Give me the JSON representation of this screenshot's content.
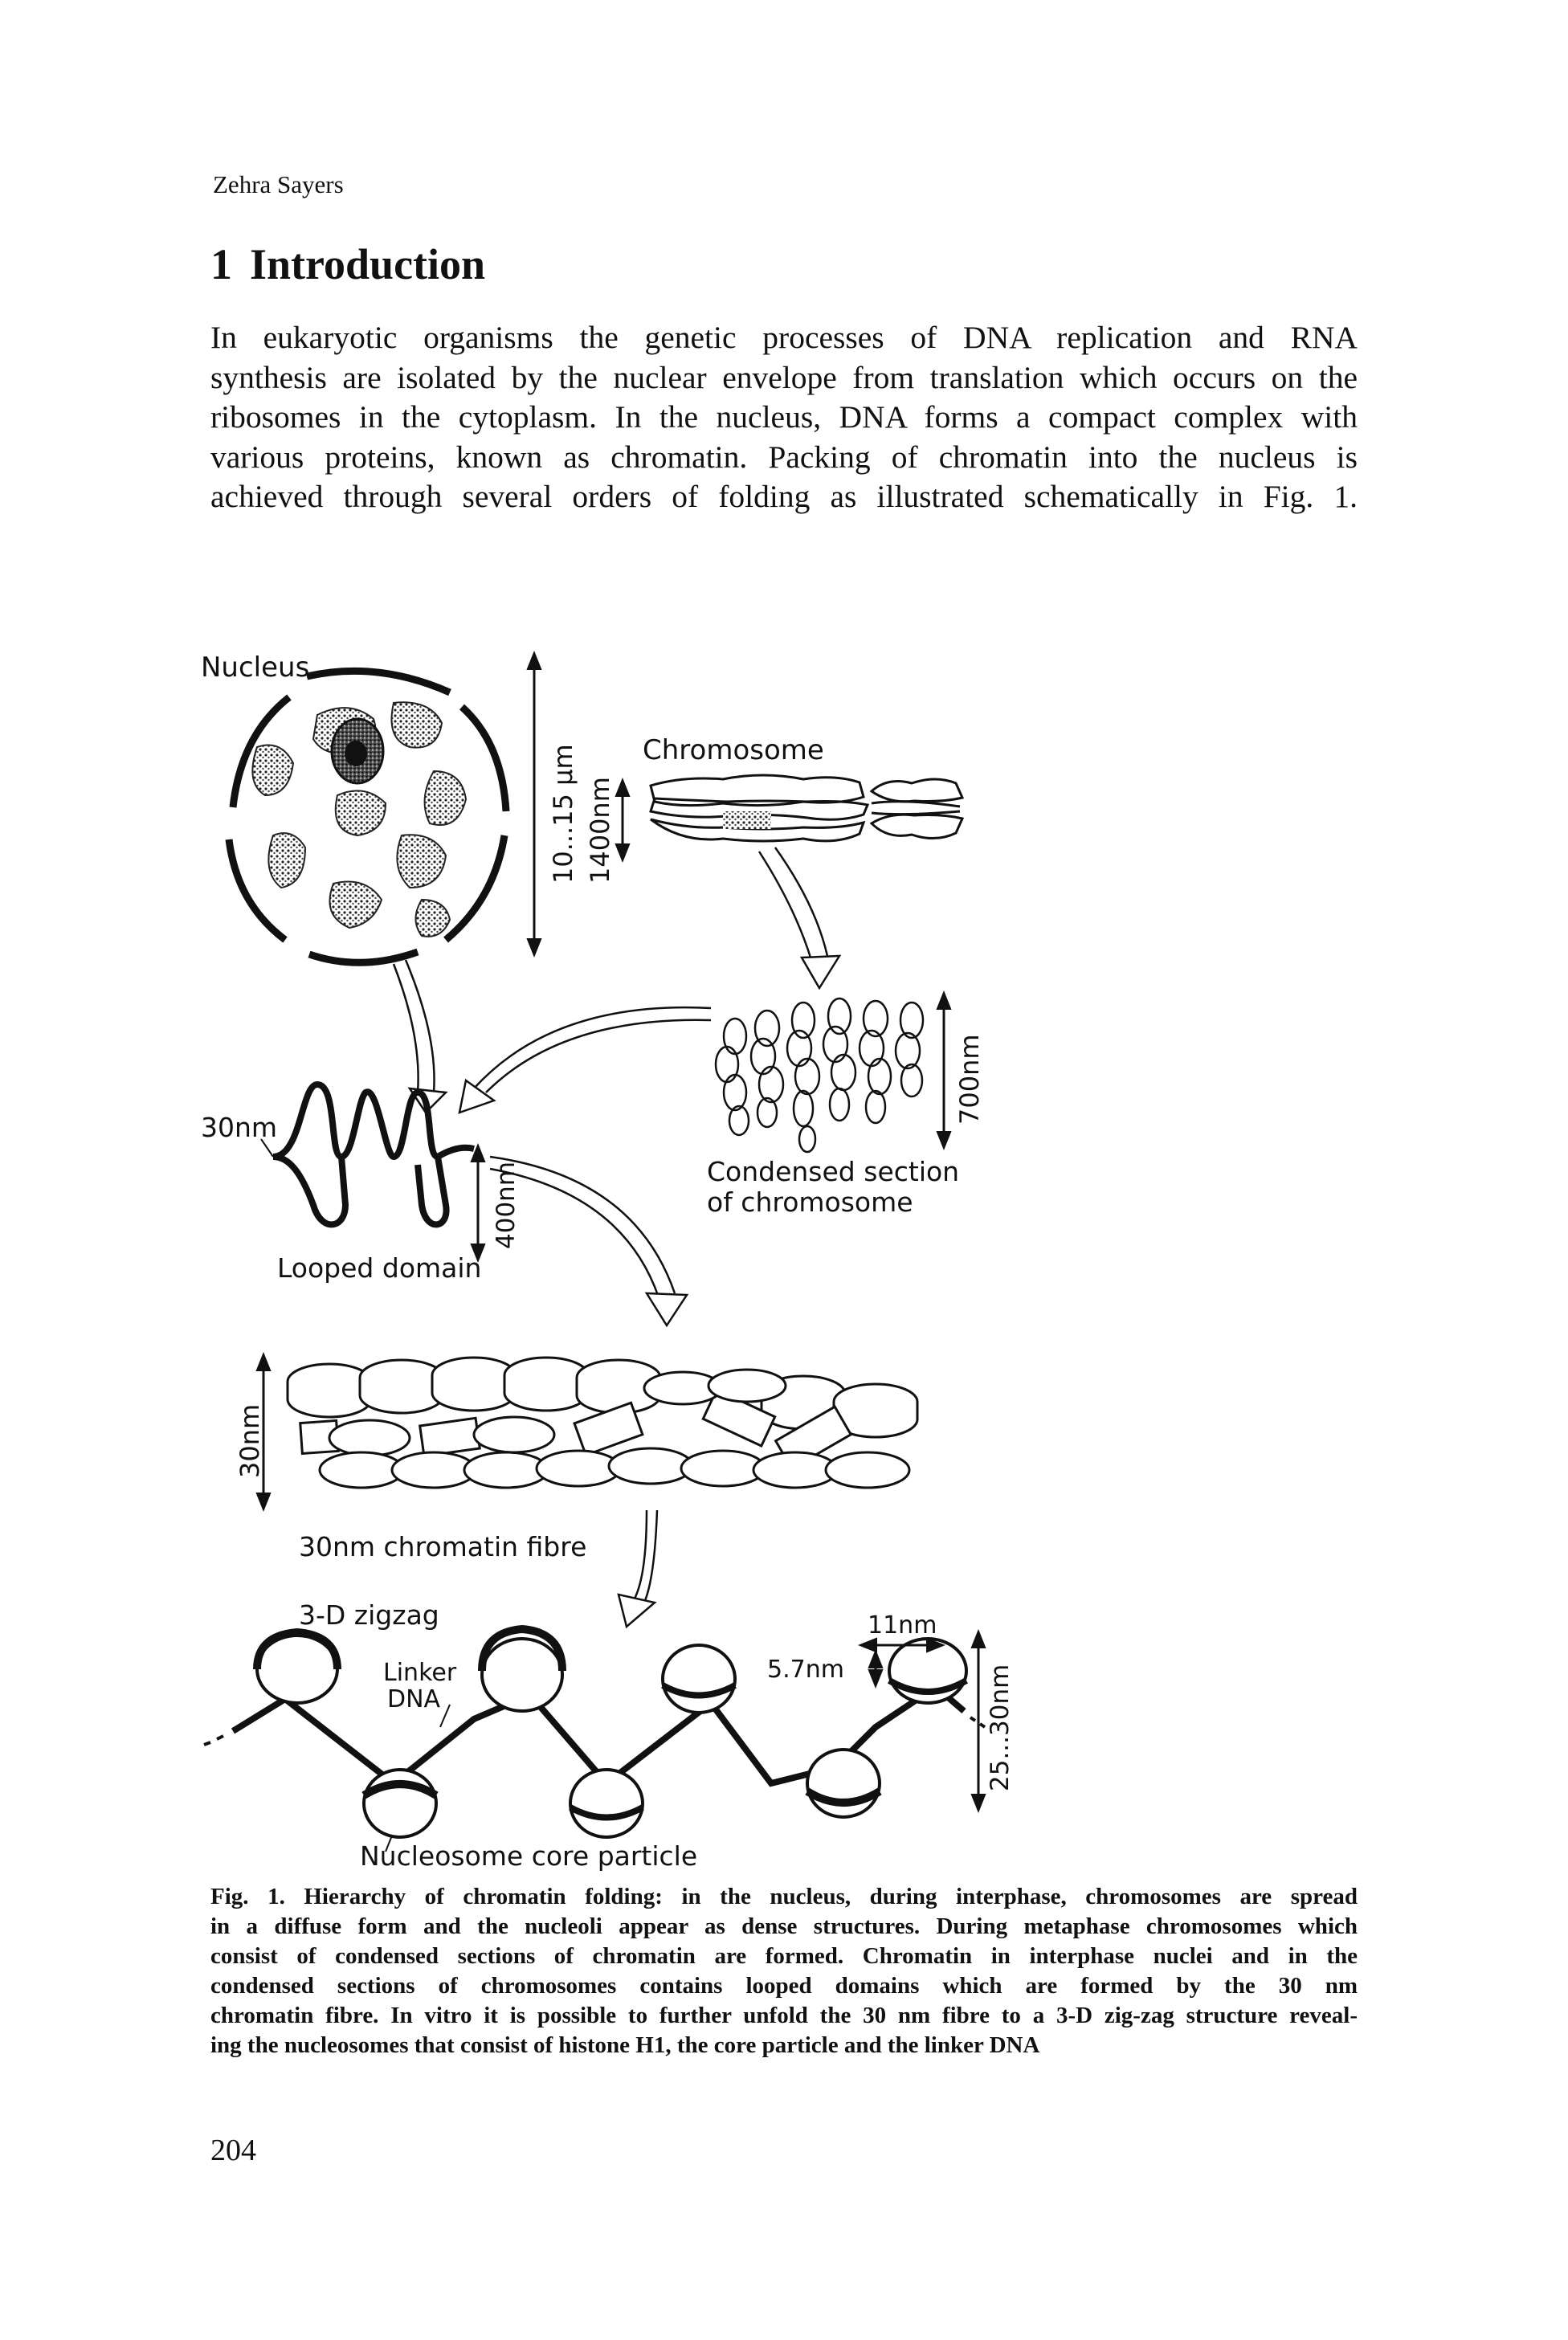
{
  "header": {
    "author": "Zehra Sayers"
  },
  "section": {
    "number": "1",
    "title": "Introduction"
  },
  "body_lines": [
    "In eukaryotic organisms the genetic processes of DNA replication and RNA",
    "synthesis are isolated by the nuclear envelope from translation which occurs on the",
    "ribosomes in the cytoplasm. In the nucleus, DNA forms a compact complex with",
    "various proteins, known as chromatin. Packing of chromatin into the nucleus is",
    "achieved through several orders of folding as illustrated schematically in Fig. 1."
  ],
  "figure": {
    "nucleus_label": "Nucleus",
    "nucleus_scale": "10...15 µm",
    "chromosome_scale": "1400nm",
    "chromosome_label": "Chromosome",
    "condensed_scale": "700nm",
    "condensed_label_1": "Condensed section",
    "condensed_label_2": "of chromosome",
    "loop_width_label": "30nm",
    "loop_scale": "400nm",
    "loop_label": "Looped domain",
    "fibre_scale": "30nm",
    "fibre_label": "30nm chromatin fibre",
    "zigzag_label": "3-D zigzag",
    "linker_label_1": "Linker",
    "linker_label_2": "DNA",
    "nucleosome_width": "11nm",
    "nucleosome_thickness": "5.7nm",
    "zigzag_scale": "25...30nm",
    "core_particle_label": "Nucleosome core particle"
  },
  "caption": {
    "lines": [
      "Fig. 1. Hierarchy of chromatin folding: in the nucleus, during interphase, chromosomes are spread",
      "in a diffuse form and the nucleoli appear as dense structures. During metaphase chromosomes which",
      "consist of condensed sections of chromatin are formed. Chromatin in interphase nuclei and in the",
      "condensed sections of chromosomes contains looped domains which are formed by the 30 nm",
      "chromatin fibre. In vitro it is possible to further unfold the 30 nm fibre to a 3-D zig-zag structure reveal-",
      "ing the nucleosomes that consist of histone H1, the core particle and the linker DNA"
    ]
  },
  "page_number": "204"
}
